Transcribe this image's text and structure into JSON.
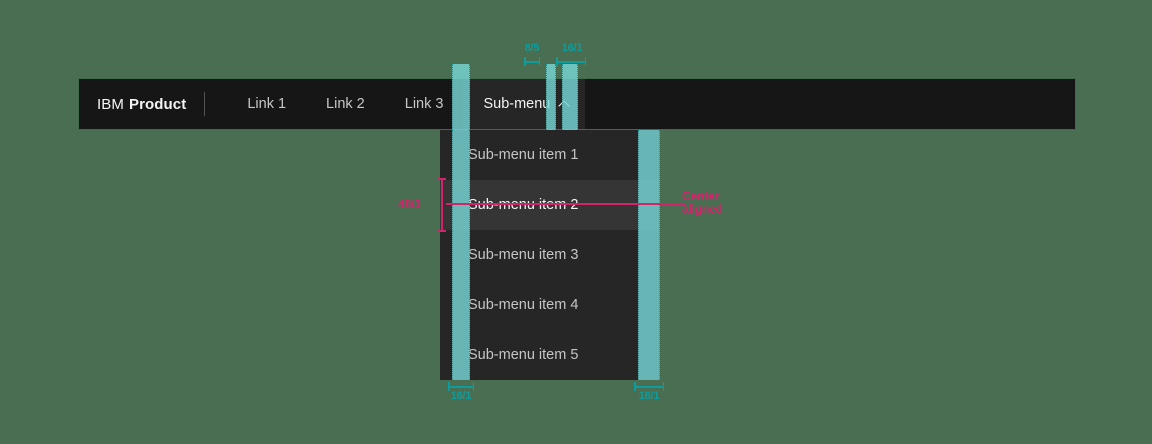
{
  "page": {
    "background_color": "#4a6e51"
  },
  "header": {
    "background_color": "#161616",
    "brand": {
      "prefix": "IBM",
      "name": "Product"
    },
    "links": [
      {
        "label": "Link 1",
        "active": false
      },
      {
        "label": "Link 2",
        "active": false
      },
      {
        "label": "Link 3",
        "active": false
      }
    ],
    "submenu_trigger": {
      "label": "Sub-menu",
      "icon": "chevron-up-icon",
      "expanded": true
    }
  },
  "submenu": {
    "background_color": "#262626",
    "hover_color": "#353535",
    "items": [
      {
        "label": "Sub-menu item 1",
        "hovered": false
      },
      {
        "label": "Sub-menu item 2",
        "hovered": true
      },
      {
        "label": "Sub-menu item 3",
        "hovered": false
      },
      {
        "label": "Sub-menu item 4",
        "hovered": false
      },
      {
        "label": "Sub-menu item 5",
        "hovered": false
      }
    ]
  },
  "annotations": {
    "teal_color": "#0f9c9c",
    "pink_color": "#d1256b",
    "spacing_labels": [
      {
        "id": "top-gap-a",
        "text": "8/5"
      },
      {
        "id": "top-gap-b",
        "text": "16/1"
      },
      {
        "id": "bottom-left-pad",
        "text": "16/1"
      },
      {
        "id": "bottom-right-pad",
        "text": "16/1"
      }
    ],
    "height_label": "48/3",
    "alignment_note": "Center aligned"
  }
}
